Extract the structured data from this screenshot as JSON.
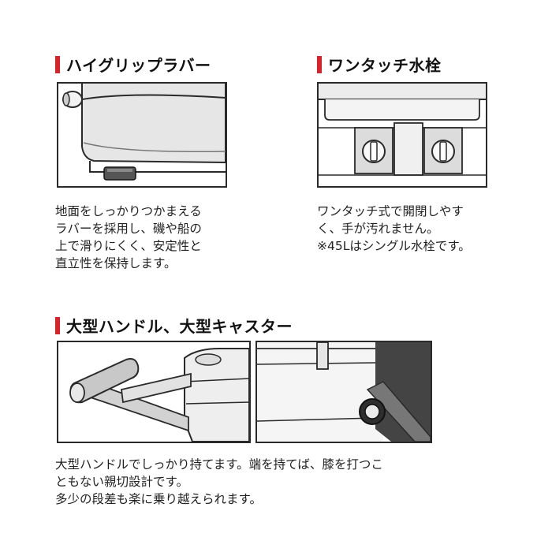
{
  "sections": {
    "grip": {
      "title": "ハイグリップラバー",
      "lines": [
        "地面をしっかりつかまえる",
        "ラバーを採用し、磯や船の",
        "上で滑りにくく、安定性と",
        "直立性を保持します。"
      ]
    },
    "faucet": {
      "title": "ワンタッチ水栓",
      "lines": [
        "ワンタッチ式で開閉しやす",
        "く、手が汚れません。",
        "※45Lはシングル水栓です。"
      ]
    },
    "handle": {
      "title": "大型ハンドル、大型キャスター",
      "lines": [
        "大型ハンドルでしっかり持てます。端を持てば、膝を打つこ",
        "ともない親切設計です。",
        "多少の段差も楽に乗り越えられます。"
      ]
    }
  },
  "colors": {
    "accent": "#d8232a",
    "line": "#2a2a2a",
    "shade": "#d9d9d9"
  }
}
